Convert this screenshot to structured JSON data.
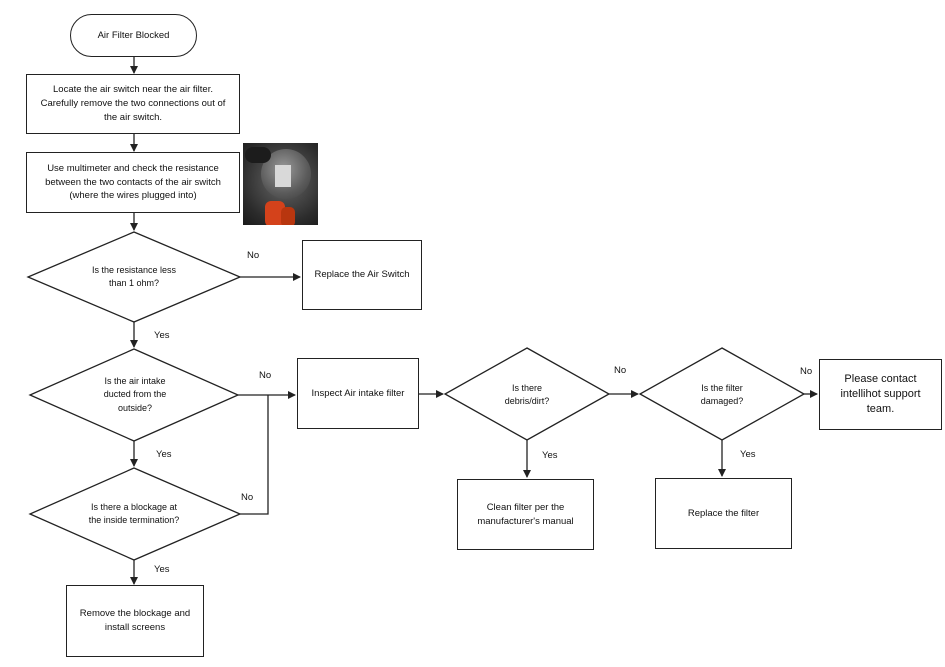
{
  "nodes": {
    "start": "Air Filter Blocked",
    "locate": "Locate the air switch near the air filter. Carefully remove the two connections out of the air  switch.",
    "multimeter": "Use multimeter and check the resistance between the two contacts of the air switch (where the wires plugged into)",
    "resistance_q": "Is the resistance less than 1 ohm?",
    "replace_switch": "Replace the Air Switch",
    "ducted_q": "Is the air intake ducted from the outside?",
    "blockage_q": "Is there a blockage at the inside termination?",
    "remove_blockage": "Remove the blockage and install screens",
    "inspect": "Inspect Air intake filter",
    "debris_q": "Is there debris/dirt?",
    "clean": "Clean filter per the manufacturer's manual",
    "damaged_q": "Is the filter damaged?",
    "replace_filter": "Replace the filter",
    "contact": "Please contact intellihot support team."
  },
  "labels": {
    "no_1": "No",
    "yes_1": "Yes",
    "no_2": "No",
    "yes_2": "Yes",
    "no_3": "No",
    "yes_3": "Yes",
    "no_4": "No",
    "yes_4": "Yes",
    "no_5": "No",
    "yes_5": "Yes"
  },
  "image": {
    "subject": "air-switch-photo"
  }
}
